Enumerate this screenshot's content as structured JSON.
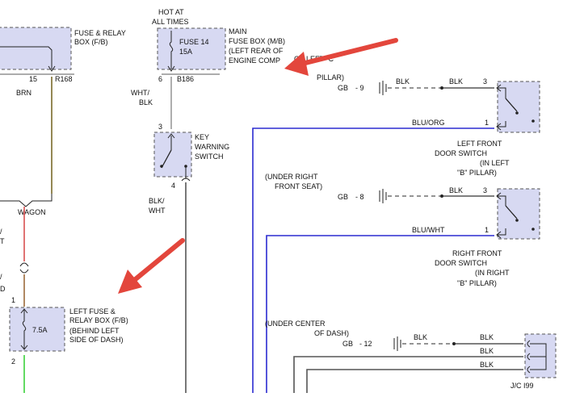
{
  "colors": {
    "wire_blue": "#2b2bd0",
    "wire_brown": "#7a6a2a",
    "wire_red": "#d95050",
    "wire_green": "#3ad13a",
    "wire_gray": "#9a9a9a",
    "wire_dark": "#555555",
    "component_fill": "#d7d9f2",
    "arrow_red": "#e3463c"
  },
  "top_left": {
    "box_label_1": "FUSE & RELAY",
    "box_label_2": "BOX (F/B)",
    "pin_left": "15",
    "pin_right": "R168",
    "wire_label": "BRN"
  },
  "fuse14": {
    "hot_1": "HOT AT",
    "hot_2": "ALL TIMES",
    "name": "FUSE 14",
    "rating": "15A",
    "pin_left": "6",
    "pin_right": "B186",
    "main_1": "MAIN",
    "main_2": "FUSE BOX (M/B)",
    "main_3": "(LEFT REAR OF",
    "main_4": "ENGINE COMP"
  },
  "key_switch": {
    "wire_top_1": "WHT/",
    "wire_top_2": "BLK",
    "pin_top": "3",
    "label_1": "KEY",
    "label_2": "WARNING",
    "label_3": "SWITCH",
    "pin_bottom": "4",
    "wire_bottom_1": "BLK/",
    "wire_bottom_2": "WHT"
  },
  "lf_door": {
    "ground_label_1": "OF LEFT \"C\"",
    "ground_label_2": "PILLAR)",
    "ground_ref": "GB",
    "ground_num": "- 9",
    "wire_1": "BLK",
    "wire_2": "BLK",
    "pin_top": "3",
    "signal_wire": "BLU/ORG",
    "pin_bottom": "1",
    "label_1": "LEFT FRONT",
    "label_2": "DOOR SWITCH",
    "label_3": "(IN LEFT",
    "label_4": "\"B\" PILLAR)"
  },
  "rf_door": {
    "ground_label_1": "(UNDER RIGHT",
    "ground_label_2": "FRONT SEAT)",
    "ground_ref": "GB",
    "ground_num": "- 8",
    "wire_1": "BLK",
    "pin_top": "3",
    "signal_wire": "BLU/WHT",
    "pin_bottom": "1",
    "label_1": "RIGHT FRONT",
    "label_2": "DOOR SWITCH",
    "label_3": "(IN RIGHT",
    "label_4": "\"B\" PILLAR)"
  },
  "wagon": {
    "label": "WAGON"
  },
  "left_edge": {
    "frag_1": "/",
    "frag_2": "T",
    "frag_3": "/",
    "frag_4": "D"
  },
  "left_fuse": {
    "pin_top": "1",
    "rating": "7.5A",
    "pin_bottom": "2",
    "label_1": "LEFT FUSE &",
    "label_2": "RELAY BOX (F/B)",
    "label_3": "(BEHIND LEFT",
    "label_4": "SIDE OF DASH)"
  },
  "center_ground": {
    "label_1": "(UNDER CENTER",
    "label_2": "OF DASH)",
    "ground_ref": "GB",
    "ground_num": "- 12",
    "wire_1": "BLK",
    "wire_2": "BLK",
    "wire_3": "BLK",
    "wire_4": "BLK",
    "jc_label": "J/C I99"
  }
}
